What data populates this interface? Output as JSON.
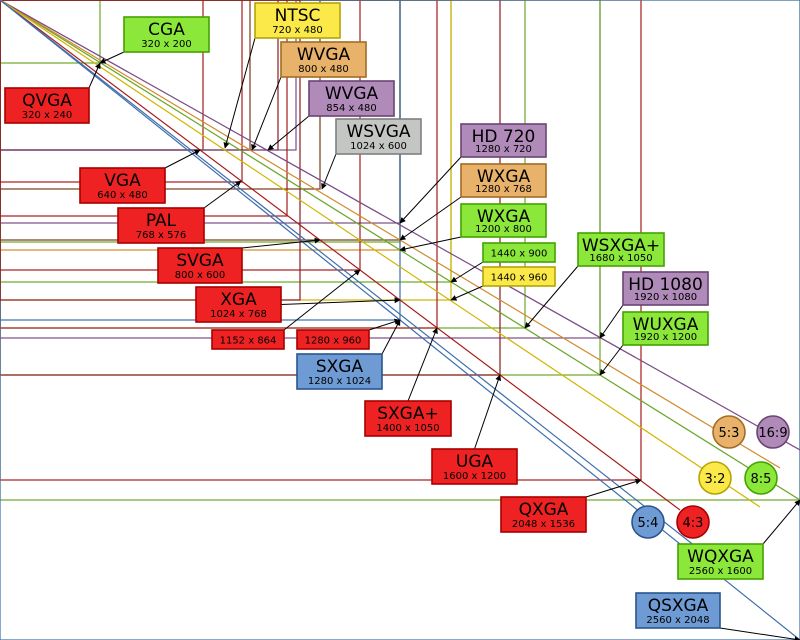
{
  "colors": {
    "red": "#ee2222",
    "green": "#8be83a",
    "yellow": "#fbe94a",
    "orange": "#e8b26a",
    "purple": "#b08ab8",
    "gray": "#c4c6c3",
    "blue": "#6f9bd4",
    "line_red": "#a81c1c",
    "line_darkred": "#8b1a1a",
    "line_green": "#6aa82a",
    "line_yellow": "#d2b400",
    "line_purple": "#7b4b86",
    "line_blue": "#3d6fae",
    "line_orange": "#d08a2a",
    "line_brown": "#7a3b1a"
  },
  "resolutions": [
    {
      "id": "cga",
      "name": "CGA",
      "res": "320 x 200",
      "color": "green"
    },
    {
      "id": "ntsc",
      "name": "NTSC",
      "res": "720 x 480",
      "color": "yellow"
    },
    {
      "id": "wvga-800",
      "name": "WVGA",
      "res": "800 x 480",
      "color": "orange"
    },
    {
      "id": "wvga-854",
      "name": "WVGA",
      "res": "854 x 480",
      "color": "purple"
    },
    {
      "id": "qvga",
      "name": "QVGA",
      "res": "320 x 240",
      "color": "red"
    },
    {
      "id": "wsvga",
      "name": "WSVGA",
      "res": "1024 x 600",
      "color": "gray"
    },
    {
      "id": "hd720",
      "name": "HD 720",
      "res": "1280 x 720",
      "color": "purple"
    },
    {
      "id": "wxga-768",
      "name": "WXGA",
      "res": "1280 x 768",
      "color": "orange"
    },
    {
      "id": "vga",
      "name": "VGA",
      "res": "640 x 480",
      "color": "red"
    },
    {
      "id": "pal",
      "name": "PAL",
      "res": "768 x 576",
      "color": "red"
    },
    {
      "id": "wxga-800",
      "name": "WXGA",
      "res": "1200 x 800",
      "color": "green"
    },
    {
      "id": "wsxgaplus",
      "name": "WSXGA+",
      "res": "1680 x 1050",
      "color": "green"
    },
    {
      "id": "svga",
      "name": "SVGA",
      "res": "800 x 600",
      "color": "red"
    },
    {
      "id": "r1440x900",
      "name": "",
      "res": "1440 x 900",
      "color": "green"
    },
    {
      "id": "r1440x960",
      "name": "",
      "res": "1440 x 960",
      "color": "yellow"
    },
    {
      "id": "hd1080",
      "name": "HD 1080",
      "res": "1920 x 1080",
      "color": "purple"
    },
    {
      "id": "xga",
      "name": "XGA",
      "res": "1024 x 768",
      "color": "red"
    },
    {
      "id": "wuxga",
      "name": "WUXGA",
      "res": "1920 x 1200",
      "color": "green"
    },
    {
      "id": "r1152x864",
      "name": "",
      "res": "1152 x 864",
      "color": "red"
    },
    {
      "id": "r1280x960",
      "name": "",
      "res": "1280 x 960",
      "color": "red"
    },
    {
      "id": "sxga",
      "name": "SXGA",
      "res": "1280 x 1024",
      "color": "blue"
    },
    {
      "id": "sxgaplus",
      "name": "SXGA+",
      "res": "1400 x 1050",
      "color": "red"
    },
    {
      "id": "uga",
      "name": "UGA",
      "res": "1600 x 1200",
      "color": "red"
    },
    {
      "id": "qxga",
      "name": "QXGA",
      "res": "2048 x 1536",
      "color": "red"
    },
    {
      "id": "wqxga",
      "name": "WQXGA",
      "res": "2560 x 1600",
      "color": "green"
    },
    {
      "id": "qsxga",
      "name": "QSXGA",
      "res": "2560 x 2048",
      "color": "blue"
    }
  ],
  "ratios": [
    {
      "id": "r5-3",
      "label": "5:3",
      "color": "orange"
    },
    {
      "id": "r16-9",
      "label": "16:9",
      "color": "purple"
    },
    {
      "id": "r3-2",
      "label": "3:2",
      "color": "yellow"
    },
    {
      "id": "r8-5",
      "label": "8:5",
      "color": "green"
    },
    {
      "id": "r5-4",
      "label": "5:4",
      "color": "blue"
    },
    {
      "id": "r4-3",
      "label": "4:3",
      "color": "red"
    }
  ]
}
